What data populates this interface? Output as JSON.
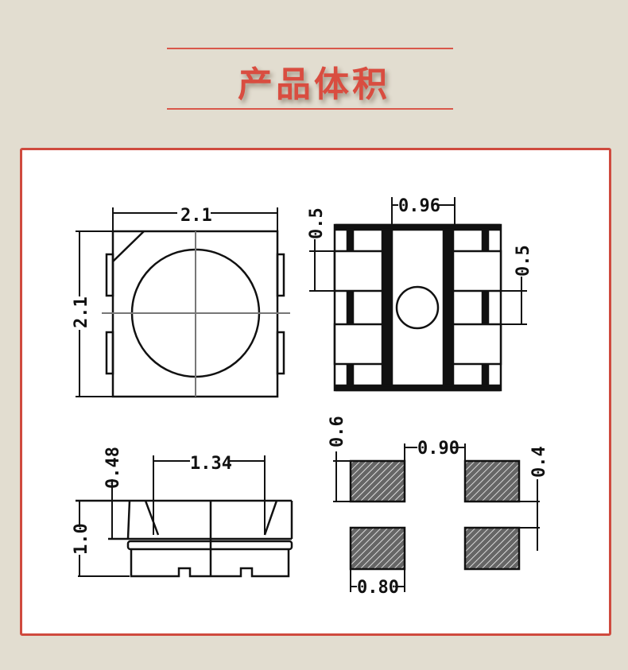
{
  "header": {
    "title": "产品体积",
    "accent_color": "#d94d40"
  },
  "diagrams": {
    "top_view": {
      "width_label": "2.1",
      "height_label": "2.1"
    },
    "bottom_view": {
      "center_width_label": "0.96",
      "left_pad_label": "0.5",
      "right_pad_label": "0.5"
    },
    "side_view": {
      "lens_width_label": "1.34",
      "lens_height_label": "0.48",
      "total_height_label": "1.0"
    },
    "footprint": {
      "pad_height_label": "0.6",
      "pad_gap_label": "0.90",
      "row_gap_label": "0.4",
      "pad_width_label": "0.80"
    }
  }
}
